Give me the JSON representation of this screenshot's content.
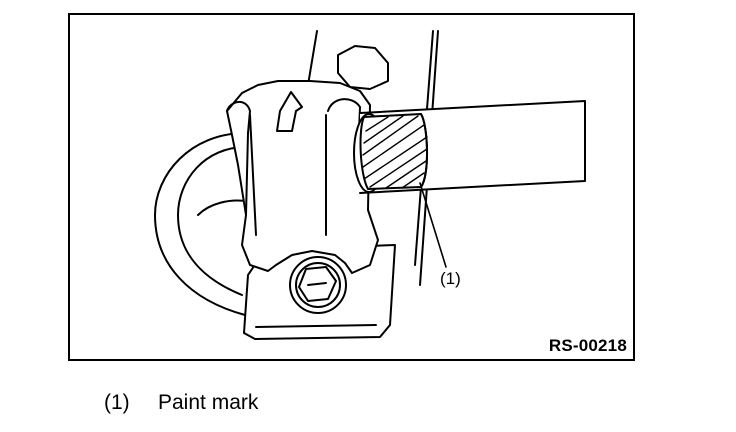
{
  "figure": {
    "callout_label": "(1)",
    "figure_code": "RS-00218"
  },
  "legend": [
    {
      "number": "(1)",
      "text": "Paint mark"
    }
  ]
}
